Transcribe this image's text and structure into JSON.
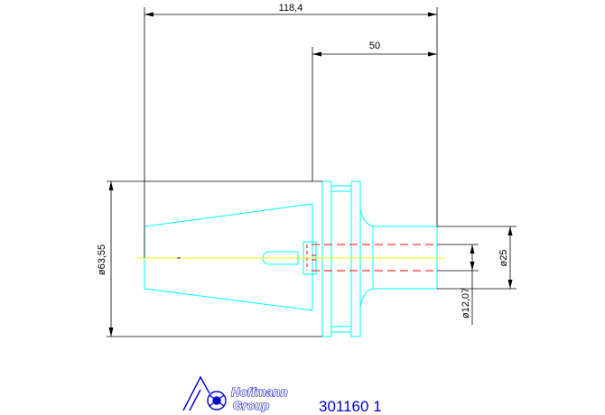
{
  "dimensions": {
    "overall_length": "118,4",
    "shank_length": "50",
    "flange_diameter": "ø63,55",
    "shank_diameter": "ø25",
    "bore_diameter": "ø12,07"
  },
  "logo": {
    "line1": "Hoffmann",
    "line2": "Group"
  },
  "part_number": "301160 1",
  "colors": {
    "outline": "#00ffff",
    "dimension": "#000000",
    "hidden": "#ff0000",
    "centerline": "#ffff00",
    "brand": "#0000cc"
  }
}
